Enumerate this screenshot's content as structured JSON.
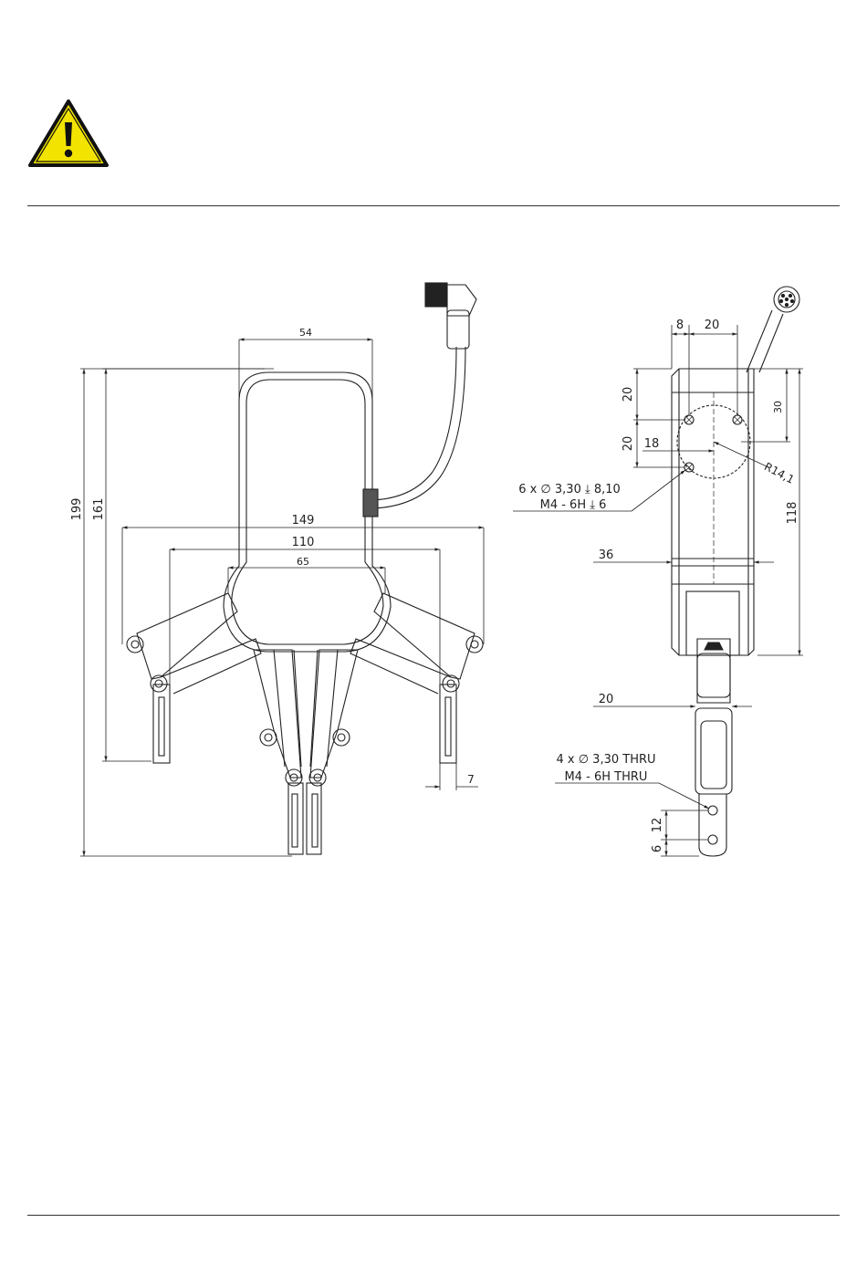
{
  "header": {
    "warning_icon": "warning-triangle-icon",
    "warning_color": "#f2e400"
  },
  "front_view": {
    "dim_54": "54",
    "dim_199": "199",
    "dim_161": "161",
    "dim_149": "149",
    "dim_110": "110",
    "dim_65": "65",
    "dim_7": "7"
  },
  "side_view": {
    "dim_8": "8",
    "dim_20_top": "20",
    "dim_20_a": "20",
    "dim_20_b": "20",
    "dim_18": "18",
    "dim_30": "30",
    "dim_r141": "R14,1",
    "dim_118": "118",
    "dim_36": "36",
    "dim_20_finger": "20",
    "dim_12": "12",
    "dim_6": "6",
    "callout_holes_1": "6 x ∅ 3,30 ⤓ 8,10",
    "callout_holes_2": "M4 - 6H ⤓ 6",
    "callout_thru_1": "4 x ∅ 3,30 THRU",
    "callout_thru_2": "M4 - 6H THRU"
  }
}
